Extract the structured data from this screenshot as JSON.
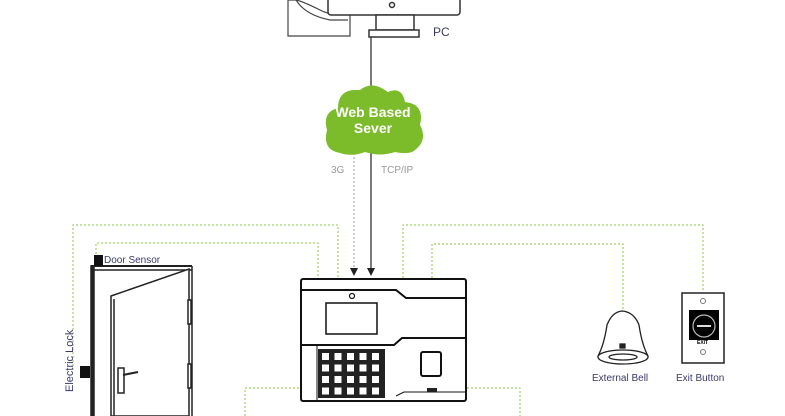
{
  "labels": {
    "pc": "PC",
    "cloud_line1": "Web Based",
    "cloud_line2": "Sever",
    "link_3g": "3G",
    "link_tcpip": "TCP/IP",
    "door_sensor": "Door Sensor",
    "electric_lock": "Electric Lock",
    "external_bell": "External Bell",
    "exit_button": "Exit Button",
    "exit_text": "EXIT"
  },
  "colors": {
    "cloud": "#7cbb2a",
    "wire": "#8cc63f",
    "outline": "#222222"
  }
}
